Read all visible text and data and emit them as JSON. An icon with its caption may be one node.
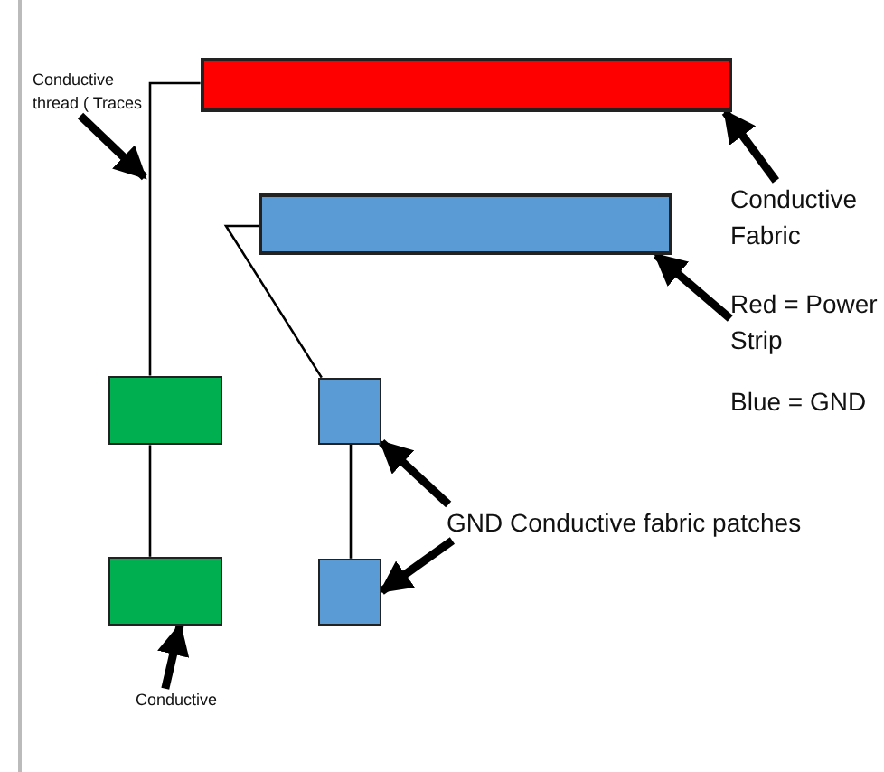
{
  "diagram": {
    "nodes": [
      {
        "text": [
          "Conductive thread ( Traces"
        ]
      },
      {
        "text": [],
        "shape": "bar"
      },
      {
        "text": [],
        "shape": "bar"
      },
      {
        "text": [
          "Conductive Fabric"
        ]
      },
      {
        "text": [
          "Red = Power Strip"
        ]
      },
      {
        "text": [],
        "shape": "box"
      },
      {
        "text": [],
        "shape": "box"
      },
      {
        "text": [
          "GND Conductive fabric patches"
        ]
      },
      {
        "text": [],
        "shape": "box"
      },
      {
        "text": [],
        "shape": "box"
      },
      {
        "text": [
          "Conductive"
        ]
      }
    ],
    "edges": [
      {
        "from": 1,
        "to": 5,
        "arrow": "none"
      },
      {
        "from": 5,
        "to": 8,
        "arrow": "none"
      },
      {
        "from": 2,
        "to": 6,
        "arrow": "none"
      },
      {
        "from": 6,
        "to": 9,
        "arrow": "none"
      },
      {
        "from": 0,
        "to": null,
        "arrow": "to"
      },
      {
        "from": 3,
        "to": 1,
        "arrow": "to"
      },
      {
        "from": 4,
        "to": 2,
        "arrow": "to"
      },
      {
        "from": 7,
        "to": 6,
        "arrow": "to"
      },
      {
        "from": 7,
        "to": 9,
        "arrow": "to"
      },
      {
        "from": 10,
        "to": 8,
        "arrow": "to"
      }
    ],
    "labels": [
      "Blue = GND"
    ]
  }
}
